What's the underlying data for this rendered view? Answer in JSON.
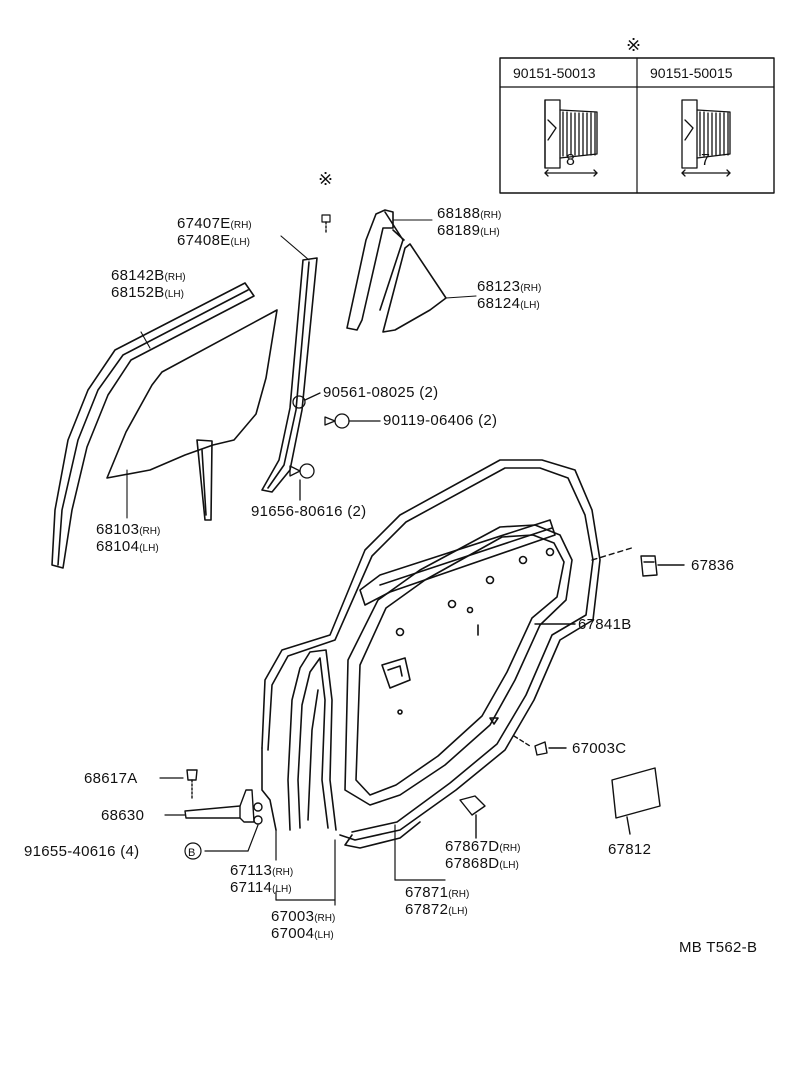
{
  "fastener_table": {
    "mark": "※",
    "columns": [
      {
        "part_no": "90151-50013",
        "dimension": "8"
      },
      {
        "part_no": "90151-50015",
        "dimension": "7"
      }
    ]
  },
  "callouts": {
    "p67407": {
      "main": "67407E",
      "side": "(RH)"
    },
    "p67408": {
      "main": "67408E",
      "side": "(LH)"
    },
    "p68188": {
      "main": "68188",
      "side": "(RH)"
    },
    "p68189": {
      "main": "68189",
      "side": "(LH)"
    },
    "p68142": {
      "main": "68142B",
      "side": "(RH)"
    },
    "p68152": {
      "main": "68152B",
      "side": "(LH)"
    },
    "p68123": {
      "main": "68123",
      "side": "(RH)"
    },
    "p68124": {
      "main": "68124",
      "side": "(LH)"
    },
    "p90561": {
      "main": "90561-08025",
      "side": "(2)"
    },
    "p90119": {
      "main": "90119-06406",
      "side": "(2)"
    },
    "p68103": {
      "main": "68103",
      "side": "(RH)"
    },
    "p68104": {
      "main": "68104",
      "side": "(LH)"
    },
    "p91656": {
      "main": "91656-80616",
      "side": "(2)"
    },
    "p67836": {
      "main": "67836"
    },
    "p67841": {
      "main": "67841B"
    },
    "p67003c": {
      "main": "67003C"
    },
    "p68617": {
      "main": "68617A"
    },
    "p68630": {
      "main": "68630"
    },
    "p91655": {
      "main": "91655-40616",
      "side": "(4)",
      "circle": "B"
    },
    "p67867": {
      "main": "67867D",
      "side": "(RH)"
    },
    "p67868": {
      "main": "67868D",
      "side": "(LH)"
    },
    "p67812": {
      "main": "67812"
    },
    "p67113": {
      "main": "67113",
      "side": "(RH)"
    },
    "p67114": {
      "main": "67114",
      "side": "(LH)"
    },
    "p67871": {
      "main": "67871",
      "side": "(RH)"
    },
    "p67872": {
      "main": "67872",
      "side": "(LH)"
    },
    "p67003": {
      "main": "67003",
      "side": "(RH)"
    },
    "p67004": {
      "main": "67004",
      "side": "(LH)"
    }
  },
  "drawing_code": "MB T562-B",
  "mark_symbol": "※"
}
